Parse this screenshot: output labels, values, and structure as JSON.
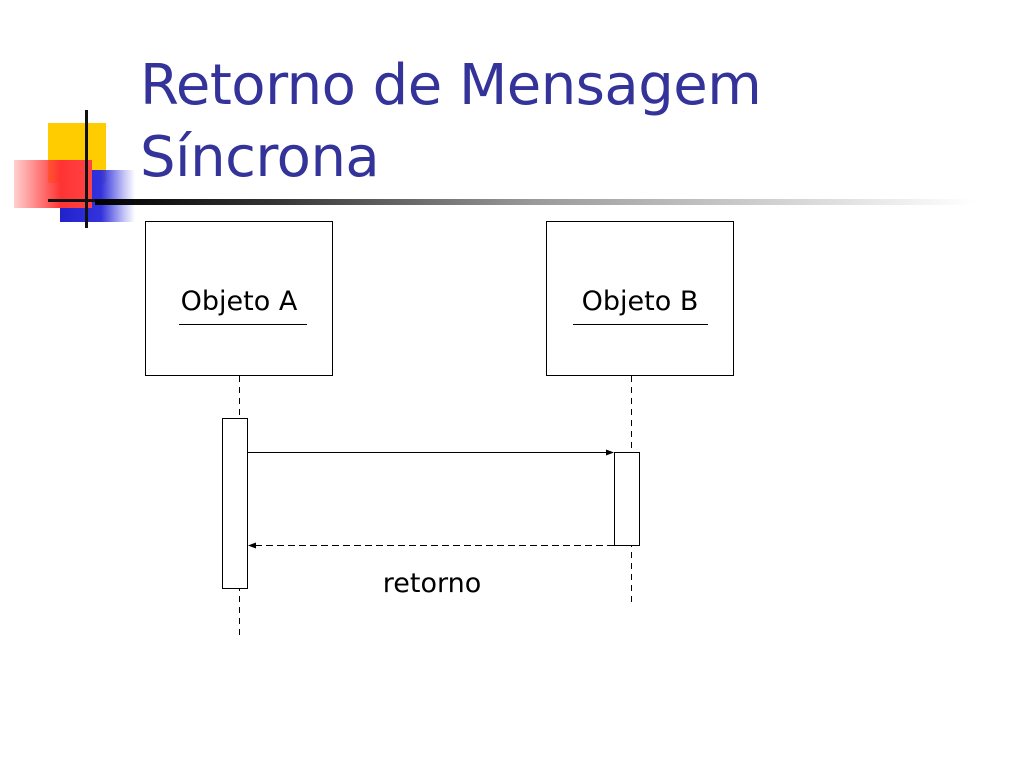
{
  "slide": {
    "title_line1": "Retorno de Mensagem",
    "title_line2": "Síncrona"
  },
  "diagram": {
    "objects": [
      {
        "label": "Objeto A"
      },
      {
        "label": "Objeto B"
      }
    ],
    "messages": [
      {
        "from": "Objeto A",
        "to": "Objeto B",
        "label": "",
        "style": "solid"
      },
      {
        "from": "Objeto B",
        "to": "Objeto A",
        "label": "retorno",
        "style": "dashed"
      }
    ]
  },
  "colors": {
    "title": "#333399",
    "accent_yellow": "#ffcc00",
    "accent_red": "#ff3333",
    "accent_blue": "#2222cc"
  }
}
